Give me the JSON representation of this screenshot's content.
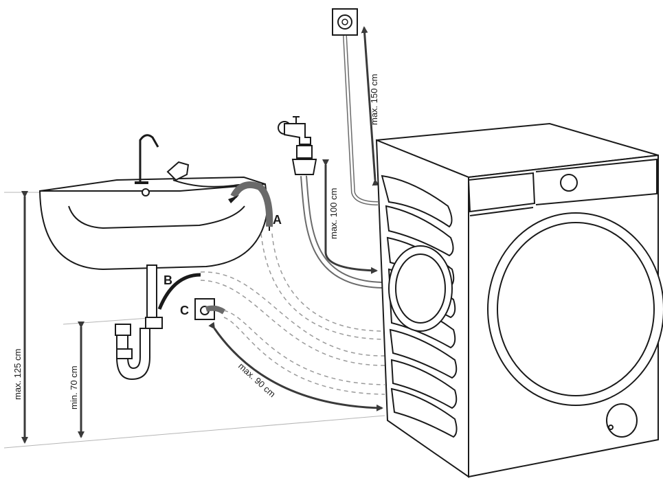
{
  "labels": {
    "point_a": "A",
    "point_b": "B",
    "point_c": "C"
  },
  "dimensions": {
    "socket_height": "max. 150 cm",
    "tap_height": "max. 100 cm",
    "sink_height": "max. 125 cm",
    "drain_height": "min. 70 cm",
    "hose_length": "max. 90 cm"
  },
  "colors": {
    "line": "#1a1a1a",
    "arrow": "#3a3a3a",
    "hose_outline": "#6a6a6a",
    "dashed": "#9a9a9a",
    "guide": "#b5b5b5",
    "hose_fill": "#ffffff"
  },
  "icons": [
    "power-socket-icon",
    "water-tap-icon",
    "drain-outlet-icon"
  ]
}
